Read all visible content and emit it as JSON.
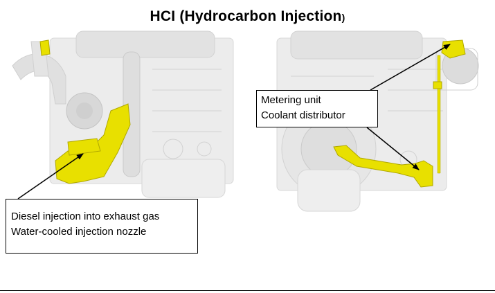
{
  "title": {
    "main": "HCI (Hydrocarbon Injection",
    "paren": ")"
  },
  "callouts": {
    "left": {
      "line1": "Diesel injection into exhaust gas",
      "line2": "Water-cooled injection nozzle"
    },
    "right": {
      "line1": "Metering unit",
      "line2": "Coolant distributor"
    }
  },
  "colors": {
    "highlight": "#e8e000",
    "engine_light": "#e6e6e6",
    "engine_mid": "#cfcfcf",
    "arrow": "#000000"
  }
}
